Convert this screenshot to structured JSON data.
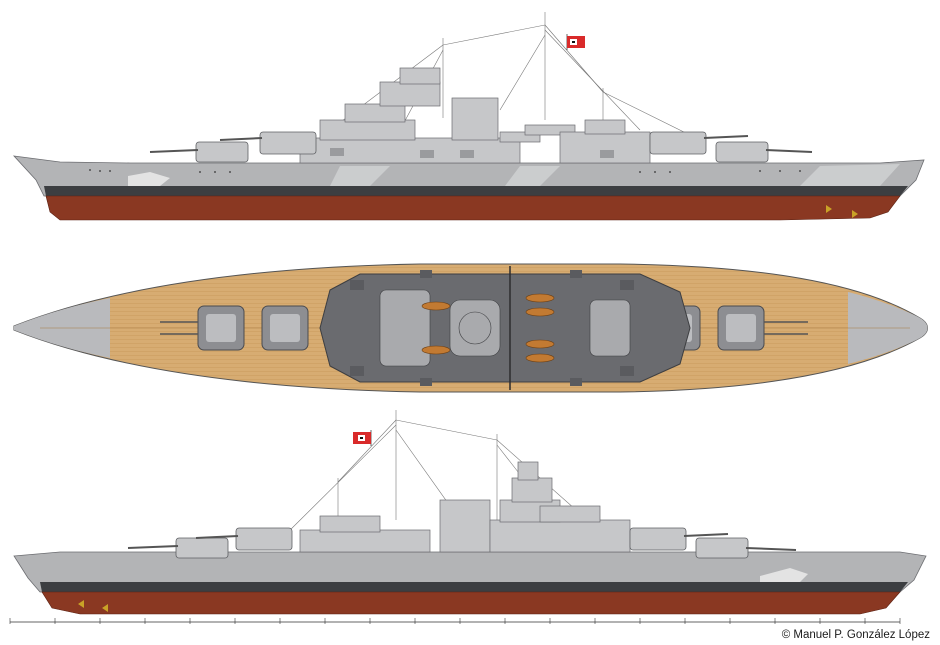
{
  "credit": "© Manuel P. González López",
  "colors": {
    "hull_gray": "#b3b4b6",
    "boot_topping": "#3c3e41",
    "hull_red": "#8a3822",
    "deck_wood": "#d7ac72",
    "superstructure": "#c6c7c9",
    "flag_red": "#d92a2a"
  },
  "views": [
    {
      "name": "starboard-profile"
    },
    {
      "name": "deck-plan"
    },
    {
      "name": "port-profile"
    }
  ]
}
